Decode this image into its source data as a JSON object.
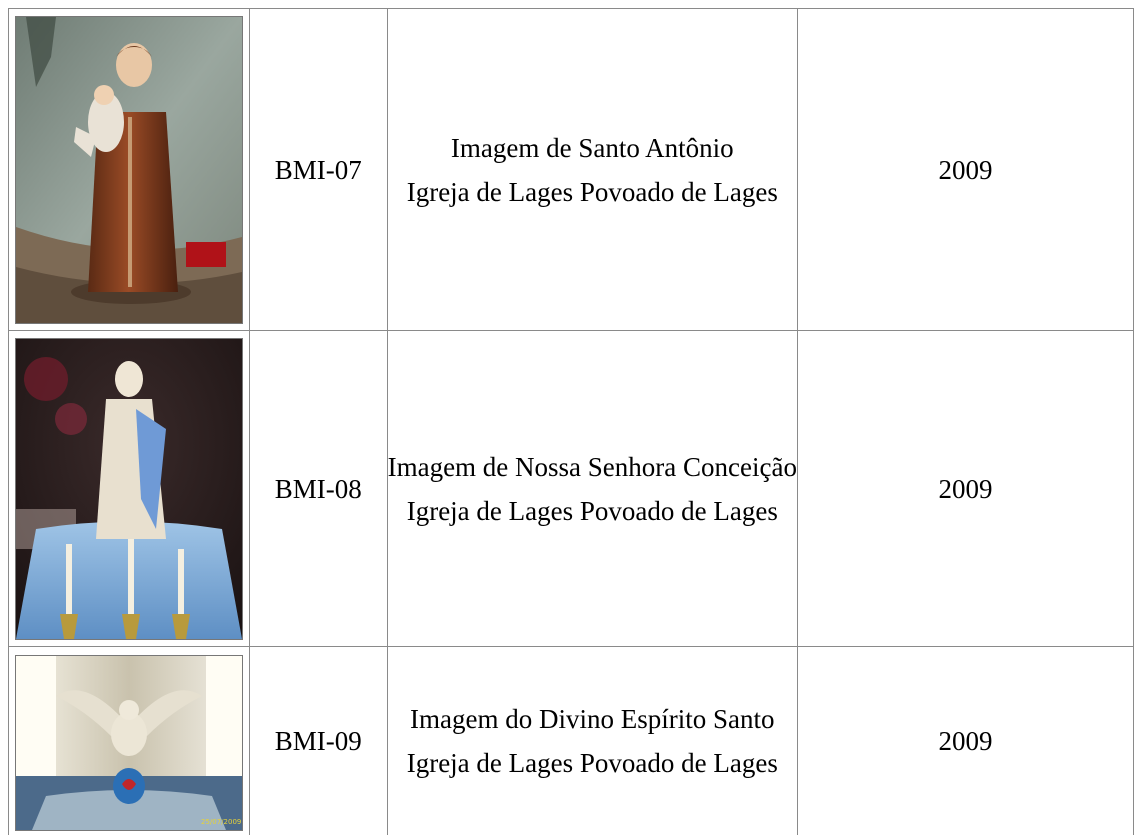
{
  "rows": [
    {
      "photo": "statue-saint-anthony",
      "code": "BMI-07",
      "title": "Imagem de Santo Antônio",
      "location": "Igreja de Lages Povoado de Lages",
      "year": "2009"
    },
    {
      "photo": "statue-our-lady-conception",
      "code": "BMI-08",
      "title": "Imagem de Nossa Senhora Conceição",
      "location": "Igreja de Lages Povoado de Lages",
      "year": "2009"
    },
    {
      "photo": "statue-holy-spirit-dove",
      "code": "BMI-09",
      "title": "Imagem do Divino Espírito Santo",
      "location": "Igreja de Lages Povoado de Lages",
      "year": "2009",
      "photo_date_stamp": "25/07/2009"
    }
  ],
  "colors": {
    "border": "#8a8a8a",
    "text": "#000000",
    "background": "#ffffff"
  }
}
